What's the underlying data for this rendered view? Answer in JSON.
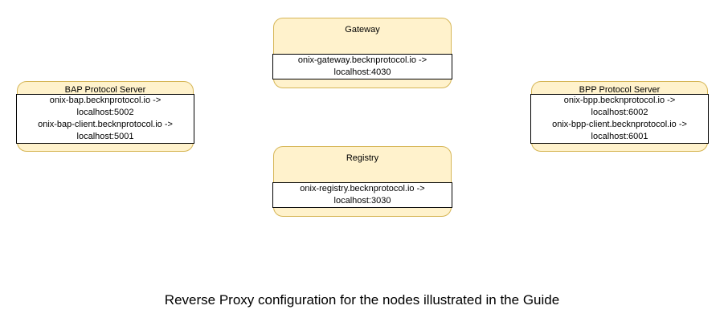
{
  "diagram": {
    "caption": "Reverse Proxy configuration for the nodes illustrated in the Guide",
    "colors": {
      "node_fill": "#fff2cc",
      "node_border": "#d6b656",
      "panel_fill": "#ffffff",
      "panel_border": "#000000",
      "text": "#000000",
      "background": "#ffffff"
    },
    "nodes": [
      {
        "id": "gateway",
        "title": "Gateway",
        "mappings": [
          "onix-gateway.becknprotocol.io ->",
          "localhost:4030"
        ]
      },
      {
        "id": "bap",
        "title": "BAP Protocol Server",
        "mappings": [
          "onix-bap.becknprotocol.io ->",
          "localhost:5002",
          "onix-bap-client.becknprotocol.io ->",
          "localhost:5001"
        ]
      },
      {
        "id": "bpp",
        "title": "BPP Protocol Server",
        "mappings": [
          "onix-bpp.becknprotocol.io ->",
          "localhost:6002",
          "onix-bpp-client.becknprotocol.io ->",
          "localhost:6001"
        ]
      },
      {
        "id": "registry",
        "title": "Registry",
        "mappings": [
          "onix-registry.becknprotocol.io ->",
          "localhost:3030"
        ]
      }
    ]
  }
}
